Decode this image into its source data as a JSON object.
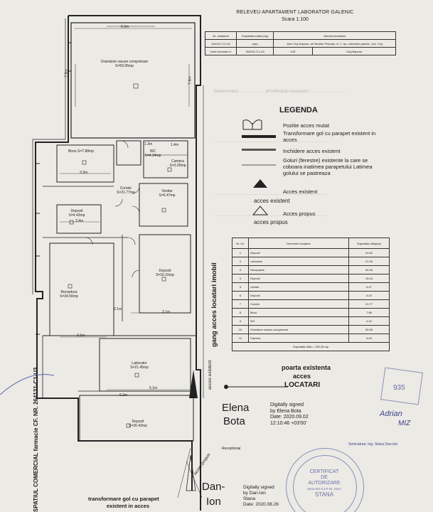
{
  "header": {
    "title": "RELEVEU APARTAMENT LABORATOR GALENIC",
    "scale": "Scara 1:100"
  },
  "cadastral_table": {
    "headers": [
      "Nr. cadastral",
      "Suprafata totala (mp)",
      "Adresa imobilului"
    ],
    "row1": [
      "264131-C1-U3",
      "(mp)",
      "Mun Cluj-Napoca, str Nicolae Pascaly, nr. 7, ap. Laborator galenic, Jud. Cluj"
    ],
    "row2": [
      "Carte funciara nr.",
      "264131-C1-U3",
      "UAT",
      "Cluj-Napoca"
    ]
  },
  "legend": {
    "title": "LEGENDA",
    "items": [
      "Pozitie acces mutat",
      "Transformare gol cu parapet existent in acces",
      "Inchidere acces existent",
      "Goluri (ferestre) existente la care se coboara inatimea parapetului Latimea golului se pastreaza",
      "Acces existent",
      "Acces propus"
    ],
    "acces_existent_tag": "acces existent",
    "acces_propus_tag": "acces propus"
  },
  "surface_table": {
    "headers": [
      "Nr. crt.",
      "Denumire incapere",
      "Suprafata utila(mp)"
    ],
    "rows": [
      [
        "1",
        "Depozit",
        "24.62"
      ],
      [
        "2",
        "Laborator",
        "21.45"
      ],
      [
        "3",
        "Receptacie",
        "34.56"
      ],
      [
        "4",
        "Depozit",
        "16.16"
      ],
      [
        "5",
        "Vestiar",
        "6.47"
      ],
      [
        "6",
        "Depozit",
        "4.43"
      ],
      [
        "7",
        "Coridor",
        "21.77"
      ],
      [
        "8",
        "Birou",
        "7.88"
      ],
      [
        "9",
        "WC",
        "4.34"
      ],
      [
        "10",
        "Oranduire vacare comprimare",
        "59.95"
      ],
      [
        "11",
        "Camera",
        "3.00"
      ]
    ],
    "total": "Suprafata Utila = 195.25 mp"
  },
  "rooms": {
    "oranduire": "Oranduire vacare comprimare S=59.95mp",
    "birou": "Birou S=7.88mp",
    "wc": "WC S=4.34mp",
    "camera": "Camera S=3.00mp",
    "coridor": "Coridor S=21.77mp",
    "depozit6": "Depozit S=4.43mp",
    "vestiar": "Vestiar S=6.47mp",
    "depozit4": "Depozit S=16.16mp",
    "receptie": "Receptura S=34.56mp",
    "laborator": "Laborator S=21.45mp",
    "depozit1": "Depozit S=26.43mp",
    "receptional": "Receptional"
  },
  "dimensions": {
    "top": "6.3m",
    "left_h": "7.6m",
    "right_h": "7.6m",
    "d1": "1.3m",
    "d2": "1.4m",
    "d3": "3.3m",
    "d4": "3.4m",
    "d5": "3.1m",
    "d6": "2.1m",
    "d7": "5.1m",
    "d8": "6.2m",
    "d9": "3.1m"
  },
  "annotations": {
    "gang": "gang acces locatari imobil",
    "acces_existent_vertical": "acces existent",
    "poarta_line1": "poarta existenta",
    "poarta_line2": "acces",
    "poarta_line3": "LOCATARI",
    "acces_propus_bottom": "acces propus",
    "transformare_line1": "transformare gol cu parapet",
    "transformare_line2": "existent in acces",
    "spatiu_vertical": "SPATIUL COMERCIAL farmacie CF. NR. 264131-C1-U3"
  },
  "signatures": {
    "elena_hand_1": "Elena",
    "elena_hand_2": "Bota",
    "elena_digital": [
      "Digitally signed",
      "by Elena Bota",
      "Date: 2020.09.02",
      "12:10:46 +03'00'"
    ],
    "danion_hand_1": "Dan-",
    "danion_hand_2": "Ion",
    "danion_digital": [
      "Digitally signed",
      "by Dan-Ion",
      "Stana",
      "Date: 2020.08.26"
    ],
    "adrian_hand": "Adrian",
    "adrian_hand2": "MIZ",
    "semnatura": "Semnatura: Ing. Stana Dan-Ion"
  },
  "stamps": {
    "certificat": [
      "CERTIFICAT",
      "DE",
      "AUTORIZARE",
      "Seria RO-CJ-F Nr. 0157",
      "STANA"
    ],
    "number_stamp": "935"
  },
  "colors": {
    "paper": "#eceae5",
    "ink": "#1b1b1b",
    "stamp": "#8a8fb8",
    "signature": "#3a3f8a"
  }
}
